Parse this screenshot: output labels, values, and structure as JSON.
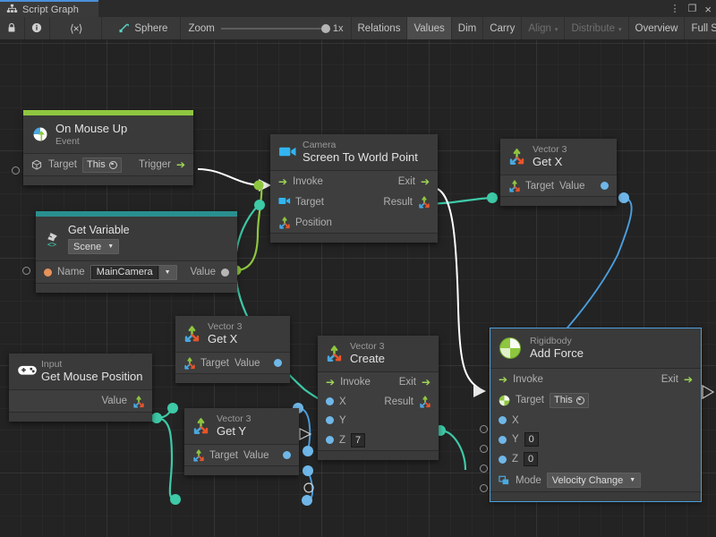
{
  "window": {
    "tab_title": "Script Graph",
    "tab_icon": "script-graph-icon",
    "controls": {
      "menu": "⋮",
      "maximize": "❐",
      "close": "×"
    }
  },
  "toolbar": {
    "lock_icon": "lock-icon",
    "info_icon": "info-icon",
    "code_icon": "angle-brackets-icon",
    "object_icon": "hierarchy-icon",
    "object_name": "Sphere",
    "zoom_label": "Zoom",
    "zoom_value": "1x",
    "buttons": [
      {
        "label": "Relations",
        "state": "normal"
      },
      {
        "label": "Values",
        "state": "active"
      },
      {
        "label": "Dim",
        "state": "normal"
      },
      {
        "label": "Carry",
        "state": "normal"
      },
      {
        "label": "Align",
        "state": "disabled",
        "caret": "▾"
      },
      {
        "label": "Distribute",
        "state": "disabled",
        "caret": "▾"
      },
      {
        "label": "Overview",
        "state": "normal"
      },
      {
        "label": "Full Screen",
        "state": "normal"
      }
    ]
  },
  "graph": {
    "nodes": {
      "on_mouse_up": {
        "icon": "mouse-event-icon",
        "subtitle": "Event",
        "title": "On Mouse Up",
        "accent_color": "#8ec63f",
        "target_label": "Target",
        "target_value": "This",
        "trigger_label": "Trigger"
      },
      "get_variable": {
        "icon": "unity-variable-icon",
        "title": "Get Variable",
        "scope": "Scene",
        "accent_color": "#2a8f8f",
        "name_label": "Name",
        "name_value": "MainCamera",
        "value_label": "Value"
      },
      "screen_to_world_point": {
        "icon": "camera-icon",
        "subtitle": "Camera",
        "title": "Screen To World Point",
        "invoke_label": "Invoke",
        "exit_label": "Exit",
        "target_label": "Target",
        "result_label": "Result",
        "position_label": "Position"
      },
      "vector3_get_x_top": {
        "icon": "vector3-icon",
        "subtitle": "Vector 3",
        "title": "Get X",
        "target_label": "Target",
        "value_label": "Value"
      },
      "input_get_mouse_position": {
        "icon": "gamepad-icon",
        "subtitle": "Input",
        "title": "Get Mouse Position",
        "value_label": "Value"
      },
      "vector3_get_x_mid": {
        "icon": "vector3-icon",
        "subtitle": "Vector 3",
        "title": "Get X",
        "target_label": "Target",
        "value_label": "Value"
      },
      "vector3_get_y": {
        "icon": "vector3-icon",
        "subtitle": "Vector 3",
        "title": "Get Y",
        "target_label": "Target",
        "value_label": "Value"
      },
      "vector3_create": {
        "icon": "vector3-icon",
        "subtitle": "Vector 3",
        "title": "Create",
        "invoke_label": "Invoke",
        "exit_label": "Exit",
        "x_label": "X",
        "y_label": "Y",
        "z_label": "Z",
        "z_value": "7",
        "result_label": "Result"
      },
      "rigidbody_add_force": {
        "icon": "rigidbody-icon",
        "subtitle": "Rigidbody",
        "title": "Add Force",
        "selected": true,
        "invoke_label": "Invoke",
        "exit_label": "Exit",
        "target_label": "Target",
        "target_value": "This",
        "x_label": "X",
        "y_label": "Y",
        "y_value": "0",
        "z_label": "Z",
        "z_value": "0",
        "mode_label": "Mode",
        "mode_value": "Velocity Change"
      }
    },
    "wire_colors": {
      "flow": "#ffffff",
      "green_value": "#8ec63f",
      "teal_value": "#3ec9a7",
      "blue_value": "#4a9fe0"
    }
  }
}
